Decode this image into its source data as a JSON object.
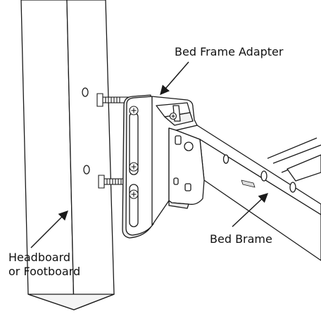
{
  "labels": {
    "adapter": "Bed Frame Adapter",
    "frame": "Bed Brame",
    "headboard_line1": "Headboard",
    "headboard_line2": "or Footboard"
  },
  "colors": {
    "stroke": "#1a1a1a",
    "fill": "#ffffff",
    "shade": "#e9e9e9",
    "text": "#111111"
  }
}
